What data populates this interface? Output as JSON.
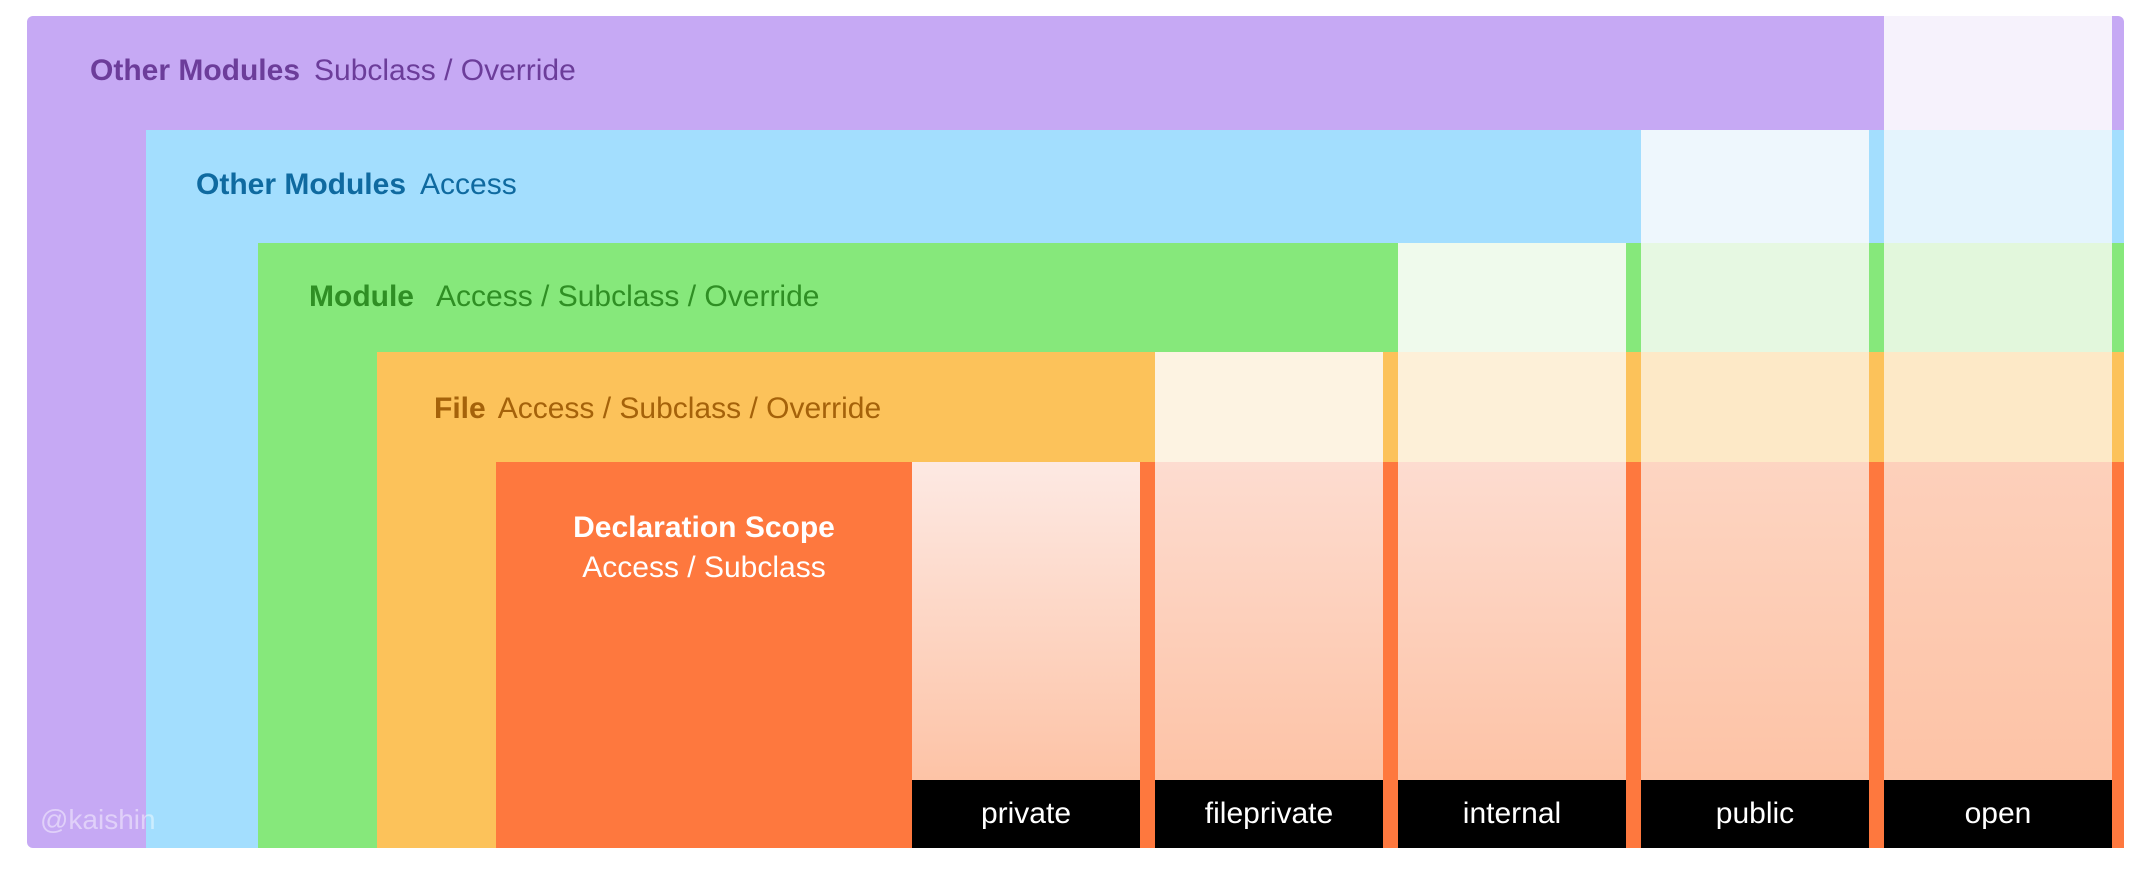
{
  "layers": {
    "other_modules_subclass": {
      "title": "Other Modules",
      "rights": "Subclass / Override"
    },
    "other_modules_access": {
      "title": "Other Modules",
      "rights": "Access"
    },
    "module": {
      "title": "Module",
      "rights": "Access / Subclass / Override"
    },
    "file": {
      "title": "File",
      "rights": "Access / Subclass / Override"
    },
    "declaration_scope": {
      "title": "Declaration Scope",
      "rights": "Access / Subclass"
    }
  },
  "access_levels": [
    "private",
    "fileprivate",
    "internal",
    "public",
    "open"
  ],
  "watermark": "@kaishin",
  "colors": {
    "other_modules_subclass": "#c6a9f4",
    "other_modules_access": "#a3defe",
    "module": "#86e87b",
    "file": "#fcc25a",
    "declaration_scope": "#fe783e",
    "caption_bg": "#000000"
  }
}
